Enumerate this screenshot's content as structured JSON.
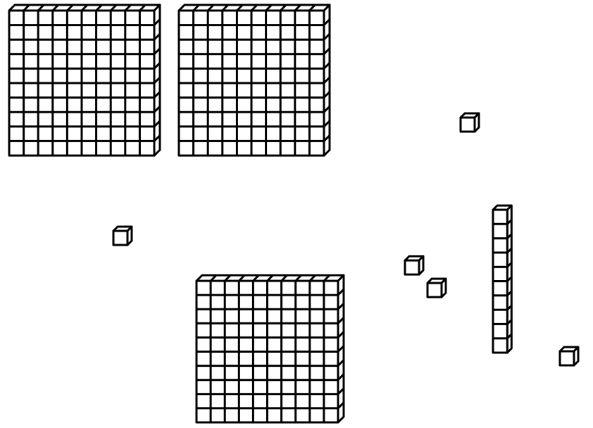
{
  "diagram": {
    "kind": "base-ten-blocks",
    "stroke_color": "#000000",
    "fill_color": "#ffffff",
    "blocks": [
      {
        "type": "hundred-flat",
        "grid": [
          10,
          10
        ]
      },
      {
        "type": "hundred-flat",
        "grid": [
          10,
          10
        ]
      },
      {
        "type": "hundred-flat",
        "grid": [
          10,
          10
        ]
      },
      {
        "type": "ten-rod",
        "grid": [
          1,
          10
        ]
      },
      {
        "type": "unit-cube",
        "grid": [
          1,
          1
        ]
      },
      {
        "type": "unit-cube",
        "grid": [
          1,
          1
        ]
      },
      {
        "type": "unit-cube",
        "grid": [
          1,
          1
        ]
      },
      {
        "type": "unit-cube",
        "grid": [
          1,
          1
        ]
      },
      {
        "type": "unit-cube",
        "grid": [
          1,
          1
        ]
      }
    ]
  }
}
